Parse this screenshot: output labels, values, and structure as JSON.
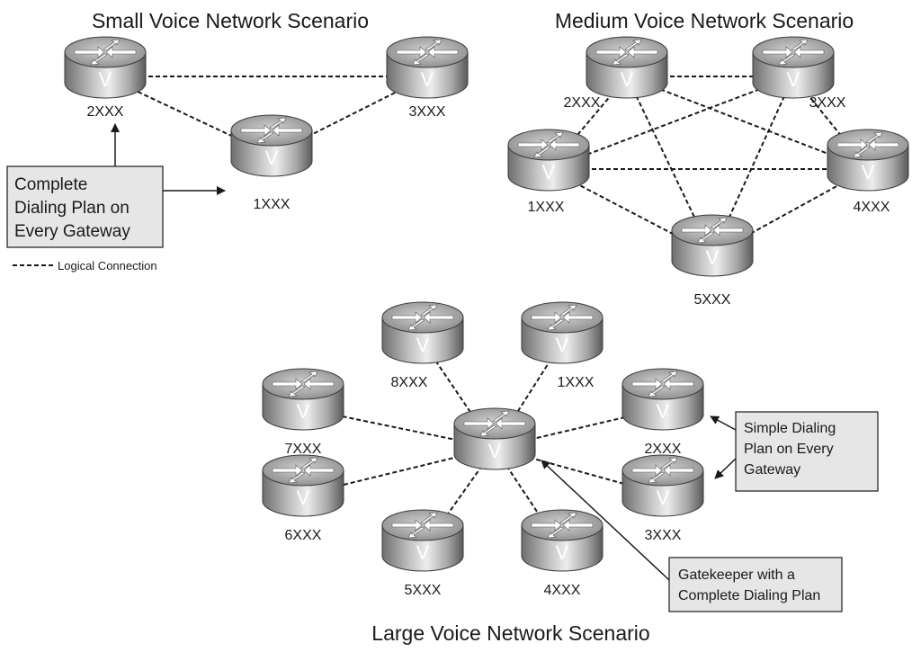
{
  "titles": {
    "small": "Small Voice Network Scenario",
    "medium": "Medium Voice Network Scenario",
    "large": "Large Voice Network Scenario"
  },
  "router_glyph": "V",
  "legend": {
    "line_label": "Logical Connection"
  },
  "callouts": {
    "complete_plan": [
      "Complete",
      "Dialing Plan on",
      "Every Gateway"
    ],
    "simple_plan": [
      "Simple Dialing",
      "Plan on Every",
      "Gateway"
    ],
    "gatekeeper": [
      "Gatekeeper with a",
      "Complete Dialing Plan"
    ]
  },
  "small": {
    "routers": [
      {
        "id": "s2",
        "label": "2XXX"
      },
      {
        "id": "s3",
        "label": "3XXX"
      },
      {
        "id": "s1",
        "label": "1XXX"
      }
    ],
    "links": [
      [
        "s2",
        "s3"
      ],
      [
        "s2",
        "s1"
      ],
      [
        "s3",
        "s1"
      ]
    ]
  },
  "medium": {
    "routers": [
      {
        "id": "m2",
        "label": "2XXX"
      },
      {
        "id": "m3",
        "label": "3XXX"
      },
      {
        "id": "m1",
        "label": "1XXX"
      },
      {
        "id": "m4",
        "label": "4XXX"
      },
      {
        "id": "m5",
        "label": "5XXX"
      }
    ],
    "links": [
      [
        "m2",
        "m3"
      ],
      [
        "m2",
        "m1"
      ],
      [
        "m2",
        "m4"
      ],
      [
        "m2",
        "m5"
      ],
      [
        "m3",
        "m1"
      ],
      [
        "m3",
        "m4"
      ],
      [
        "m3",
        "m5"
      ],
      [
        "m1",
        "m4"
      ],
      [
        "m1",
        "m5"
      ],
      [
        "m4",
        "m5"
      ]
    ]
  },
  "large": {
    "hub_id": "gk",
    "routers": [
      {
        "id": "gk",
        "label": ""
      },
      {
        "id": "l8",
        "label": "8XXX"
      },
      {
        "id": "l1",
        "label": "1XXX"
      },
      {
        "id": "l7",
        "label": "7XXX"
      },
      {
        "id": "l2",
        "label": "2XXX"
      },
      {
        "id": "l6",
        "label": "6XXX"
      },
      {
        "id": "l3",
        "label": "3XXX"
      },
      {
        "id": "l5",
        "label": "5XXX"
      },
      {
        "id": "l4",
        "label": "4XXX"
      }
    ],
    "links": [
      [
        "gk",
        "l8"
      ],
      [
        "gk",
        "l1"
      ],
      [
        "gk",
        "l7"
      ],
      [
        "gk",
        "l2"
      ],
      [
        "gk",
        "l6"
      ],
      [
        "gk",
        "l3"
      ],
      [
        "gk",
        "l5"
      ],
      [
        "gk",
        "l4"
      ]
    ]
  },
  "colors": {
    "ink": "#1a1a1a",
    "router_body": "#9a9a9a",
    "router_top": "#b8b8b8",
    "callout_fill": "#e6e6e6"
  }
}
